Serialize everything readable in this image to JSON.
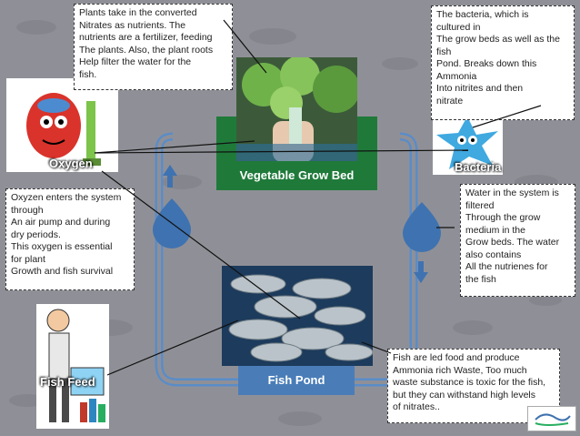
{
  "notes": {
    "plants": "Plants take in the converted\nNitrates as nutrients. The\nnutrients are a fertilizer, feeding\nThe plants. Also, the plant roots\nHelp filter the water for the\nfish.",
    "bacteria": "The bacteria, which is\ncultured in\nThe grow beds as well as the\nfish\nPond. Breaks down this\nAmmonia\nInto nitrites and then\nnitrate",
    "oxygen": "Oxyzen enters the system\nthrough\nAn air pump and during\ndry periods.\nThis oxygen is essential\nfor plant\nGrowth and fish survival",
    "water": "Water in the system is\nfiltered\nThrough the grow\nmedium in the\nGrow beds. The water\nalso contains\nAll the nutrienes for\nthe fish",
    "fish": "Fish are led food and produce\nAmmonia rich Waste, Too much\nwaste substance is toxic for the fish,\nbut they can withstand high levels\nof nitrates.."
  },
  "labels": {
    "grow_bed": "Vegetable Grow Bed",
    "fish_pond": "Fish Pond",
    "oxygen": "Oxygen",
    "bacteria": "Bacteria",
    "fish_feed": "Fish Feed"
  },
  "colors": {
    "grow_bed": "#1f7a3a",
    "pond": "#4a7db8",
    "loop": "#5a8cc8"
  }
}
